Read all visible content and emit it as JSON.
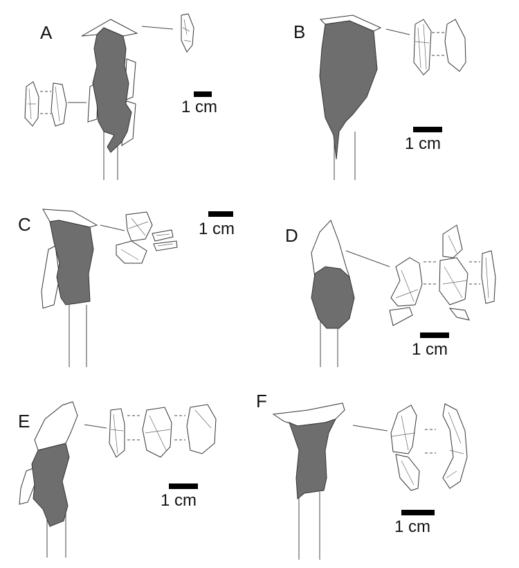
{
  "figure": {
    "panels": [
      {
        "label": "A",
        "scale_text": "1 cm"
      },
      {
        "label": "B",
        "scale_text": "1 cm"
      },
      {
        "label": "C",
        "scale_text": "1 cm"
      },
      {
        "label": "D",
        "scale_text": "1 cm"
      },
      {
        "label": "E",
        "scale_text": "1 cm"
      },
      {
        "label": "F",
        "scale_text": "1 cm"
      }
    ],
    "colors": {
      "residue_fill": "#6e6e6e",
      "outline": "#333333",
      "background": "#ffffff"
    }
  }
}
